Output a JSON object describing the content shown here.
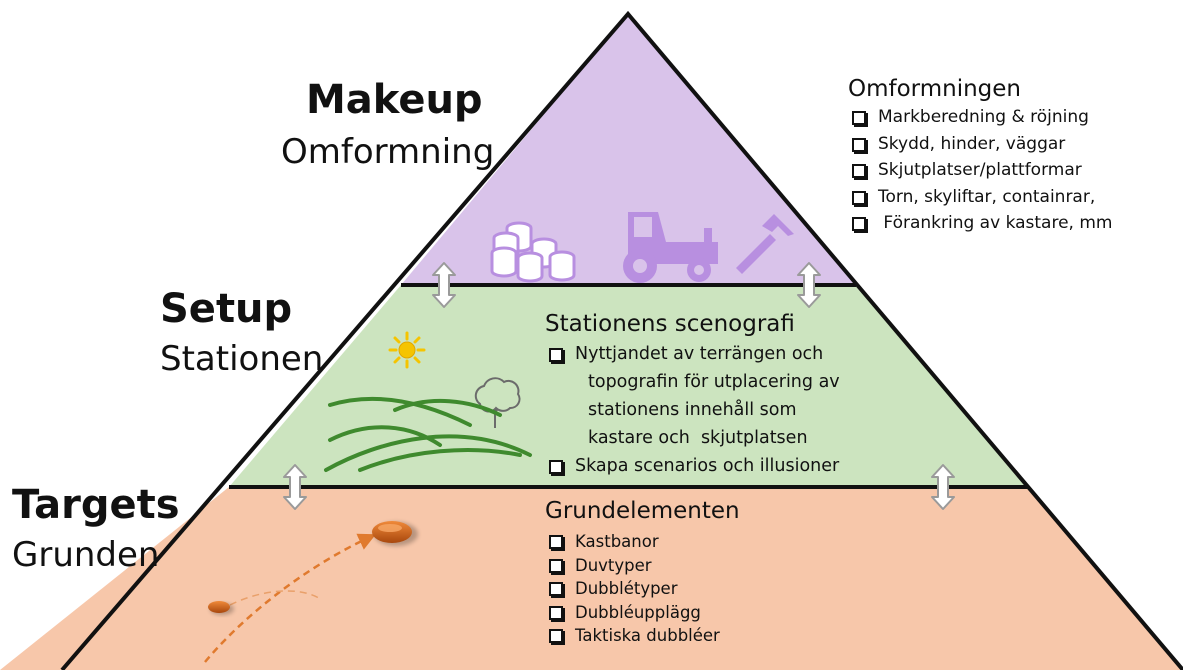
{
  "levels": {
    "makeup": {
      "title": "Makeup",
      "subtitle": "Omformning",
      "color": "#d9c3ea",
      "heading": "Omformningen",
      "items": [
        "Markberedning & röjning",
        "Skydd, hinder, väggar",
        "Skjutplatser/plattformar",
        "Torn, skyliftar, containrar,",
        " Förankring av kastare, mm"
      ]
    },
    "setup": {
      "title": "Setup",
      "subtitle": "Stationen",
      "color": "#cce4bf",
      "heading": "Stationens scenografi",
      "items": [
        "Nyttjandet av terrängen och",
        "topografin för utplacering av",
        "stationens innehåll som",
        "kastare och  skjutplatsen",
        "Skapa scenarios och illusioner"
      ]
    },
    "targets": {
      "title": "Targets",
      "subtitle": "Grunden",
      "color": "#f7c7aa",
      "heading": "Grundelementen",
      "items": [
        "Kastbanor",
        "Duvtyper",
        "Dubblétyper",
        "Dubbléupplägg",
        "Taktiska dubbléer"
      ]
    }
  },
  "colors": {
    "icon_purple": "#b88fe0",
    "hill_green": "#3f8a2e",
    "clay_orange": "#d9691e",
    "sun_yellow": "#f5c400",
    "outline": "#111111"
  },
  "icons": [
    "bales-icon",
    "tractor-icon",
    "hammer-icon",
    "sun-icon",
    "tree-icon",
    "hills-icon",
    "clay-target-icon",
    "trajectory-icon",
    "double-arrow-icon"
  ]
}
